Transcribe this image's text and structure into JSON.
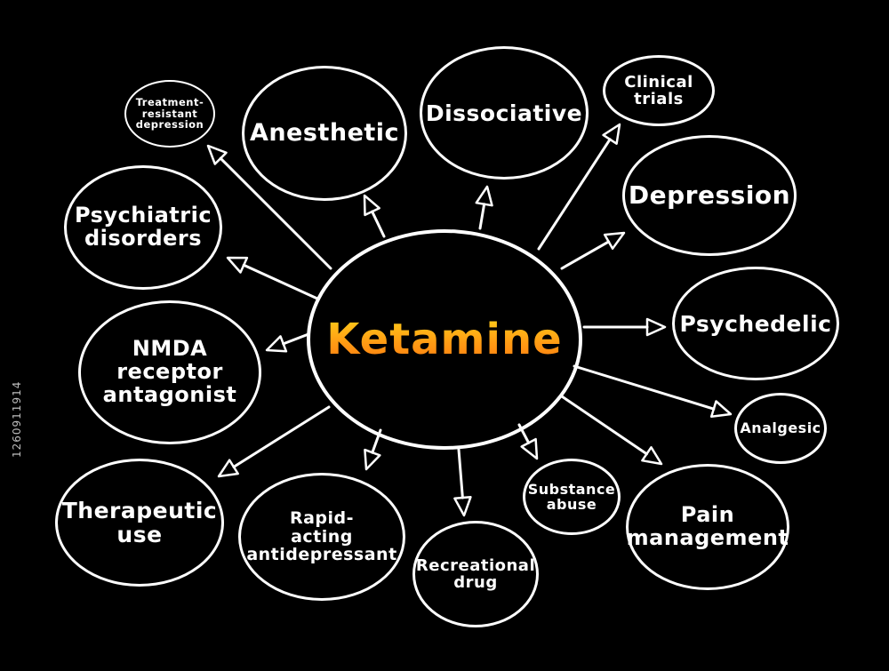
{
  "center": {
    "label": "Ketamine"
  },
  "nodes": [
    {
      "id": "treatment-resistant-depression",
      "label": "Treatment-\nresistant\ndepression"
    },
    {
      "id": "anesthetic",
      "label": "Anesthetic"
    },
    {
      "id": "dissociative",
      "label": "Dissociative"
    },
    {
      "id": "clinical-trials",
      "label": "Clinical\ntrials"
    },
    {
      "id": "psychiatric-disorders",
      "label": "Psychiatric\ndisorders"
    },
    {
      "id": "depression",
      "label": "Depression"
    },
    {
      "id": "nmda-receptor-antagonist",
      "label": "NMDA\nreceptor\nantagonist"
    },
    {
      "id": "psychedelic",
      "label": "Psychedelic"
    },
    {
      "id": "analgesic",
      "label": "Analgesic"
    },
    {
      "id": "therapeutic-use",
      "label": "Therapeutic\nuse"
    },
    {
      "id": "rapid-acting-antidepressant",
      "label": "Rapid-\nacting\nantidepressant"
    },
    {
      "id": "recreational-drug",
      "label": "Recreational\ndrug"
    },
    {
      "id": "substance-abuse",
      "label": "Substance\nabuse"
    },
    {
      "id": "pain-management",
      "label": "Pain\nmanagement"
    }
  ],
  "watermark": "1260911914"
}
